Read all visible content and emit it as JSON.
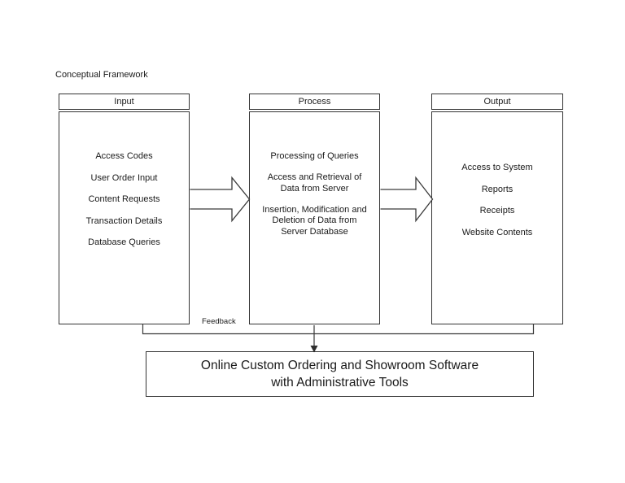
{
  "title": "Conceptual Framework",
  "diagram": {
    "columns": [
      {
        "header": "Input",
        "items": [
          [
            "Access Codes"
          ],
          [
            "User Order Input"
          ],
          [
            "Content Requests"
          ],
          [
            "Transaction Details"
          ],
          [
            "Database Queries"
          ]
        ]
      },
      {
        "header": "Process",
        "items": [
          [
            "Processing of Queries"
          ],
          [
            "Access and Retrieval of",
            "Data from Server"
          ],
          [
            "Insertion, Modification and",
            "Deletion of Data from",
            "Server Database"
          ]
        ]
      },
      {
        "header": "Output",
        "items": [
          [
            "Access to System"
          ],
          [
            "Reports"
          ],
          [
            "Receipts"
          ],
          [
            "Website Contents"
          ]
        ]
      }
    ],
    "connectors": {
      "feedback_label": "Feedback",
      "input_to_process": "block-arrow-right",
      "process_to_output": "block-arrow-right",
      "process_to_bottom": "arrow-down"
    },
    "bottom_box": {
      "lines": [
        "Online Custom Ordering and Showroom Software",
        "with Administrative Tools"
      ]
    }
  },
  "colors": {
    "background": "#ffffff",
    "line": "#3a3a3a",
    "text": "#1a1a1a"
  }
}
